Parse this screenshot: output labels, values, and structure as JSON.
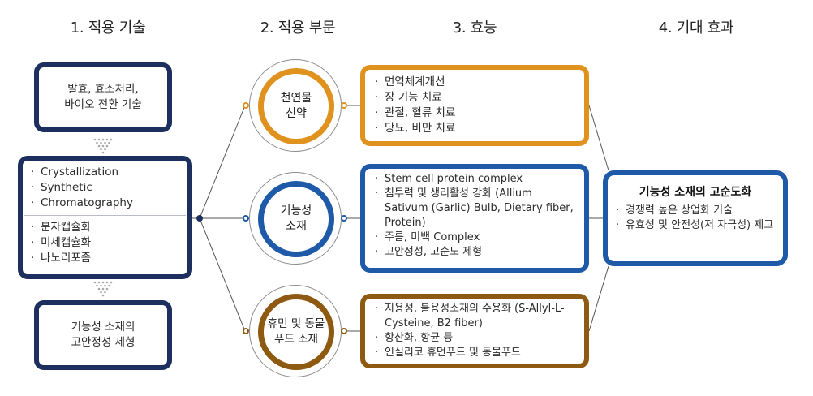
{
  "headers": {
    "col1": "1. 적용 기술",
    "col2": "2. 적용 부문",
    "col3": "3. 효능",
    "col4": "4. 기대 효과"
  },
  "tech": {
    "top_box": {
      "line1": "발효, 효소처리,",
      "line2": "바이오 전환 기술"
    },
    "middle_box": {
      "group1": [
        "Crystallization",
        "Synthetic",
        "Chromatography"
      ],
      "group2": [
        "분자캡슐화",
        "미세캡슐화",
        "나노리포좀"
      ]
    },
    "bottom_box": {
      "line1": "기능성 소재의",
      "line2": "고안정성 제형"
    }
  },
  "sectors": [
    {
      "line1": "천연물",
      "line2": "신약",
      "color": "#e0921f"
    },
    {
      "line1": "기능성",
      "line2": "소재",
      "color": "#1e5aa8"
    },
    {
      "line1": "휴먼 및 동물",
      "line2": "푸드 소재",
      "color": "#8e5a12"
    }
  ],
  "efficacy": {
    "natural_drug": [
      "면역체계개선",
      "장 기능 치료",
      "관절, 혈류 치료",
      "당뇨, 비만 치료"
    ],
    "functional_material": [
      "Stem cell protein complex",
      "침투력 및 생리활성 강화 (Allium Sativum (Garlic) Bulb, Dietary fiber, Protein)",
      "주름, 미백 Complex",
      "고안정성, 고순도 제형"
    ],
    "food_material": [
      "지용성, 불용성소재의 수용화 (S-Allyl-L-Cysteine, B2 fiber)",
      "항산화, 항균 등",
      "인실리코 휴먼푸드 및 동물푸드"
    ]
  },
  "effect": {
    "title": "기능성 소재의 고순도화",
    "items": [
      "경쟁력 높은 상업화 기술",
      "유효성 및 안전성(저 자극성) 제고"
    ]
  },
  "colors": {
    "navy": "#1c2f5e",
    "orange": "#e0921f",
    "blue": "#1e5aa8",
    "brown": "#8e5a12"
  }
}
